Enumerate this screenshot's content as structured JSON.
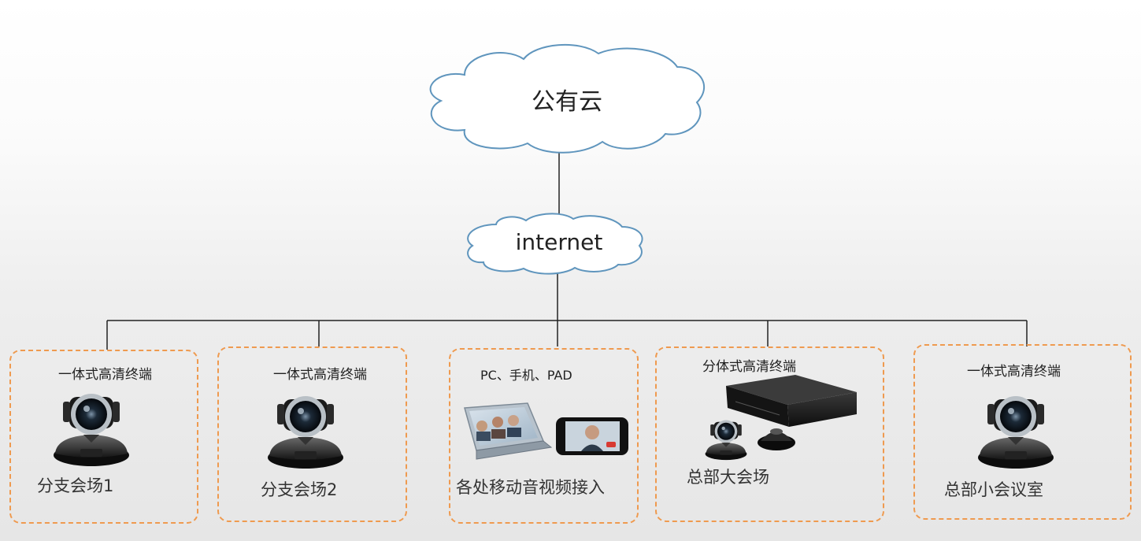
{
  "clouds": {
    "public_cloud": "公有云",
    "internet": "internet"
  },
  "nodes": [
    {
      "device": "一体式高清终端",
      "site": "分支会场1"
    },
    {
      "device": "一体式高清终端",
      "site": "分支会场2"
    },
    {
      "device": "PC、手机、PAD",
      "site": "各处移动音视频接入"
    },
    {
      "device": "分体式高清终端",
      "site": "总部大会场"
    },
    {
      "device": "一体式高清终端",
      "site": "总部小会议室"
    }
  ],
  "colors": {
    "cloud_stroke": "#5f95bd",
    "box_border": "#ef9a4f",
    "line": "#222222"
  }
}
